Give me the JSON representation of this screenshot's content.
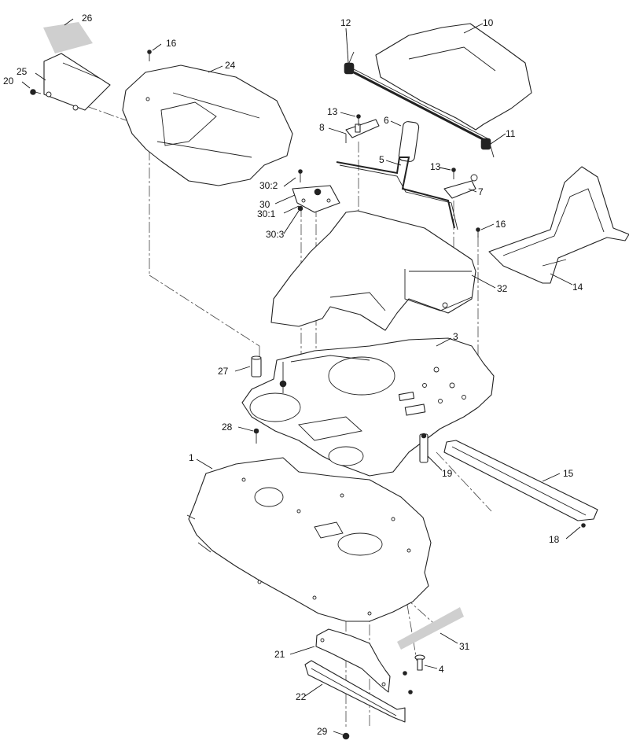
{
  "callouts": [
    {
      "id": "c1",
      "text": "1"
    },
    {
      "id": "c3",
      "text": "3"
    },
    {
      "id": "c4",
      "text": "4"
    },
    {
      "id": "c5",
      "text": "5"
    },
    {
      "id": "c6",
      "text": "6"
    },
    {
      "id": "c7",
      "text": "7"
    },
    {
      "id": "c8",
      "text": "8"
    },
    {
      "id": "c10",
      "text": "10"
    },
    {
      "id": "c11",
      "text": "11"
    },
    {
      "id": "c12",
      "text": "12"
    },
    {
      "id": "c13a",
      "text": "13"
    },
    {
      "id": "c13b",
      "text": "13"
    },
    {
      "id": "c14",
      "text": "14"
    },
    {
      "id": "c15",
      "text": "15"
    },
    {
      "id": "c16a",
      "text": "16"
    },
    {
      "id": "c16b",
      "text": "16"
    },
    {
      "id": "c18",
      "text": "18"
    },
    {
      "id": "c19",
      "text": "19"
    },
    {
      "id": "c20",
      "text": "20"
    },
    {
      "id": "c21",
      "text": "21"
    },
    {
      "id": "c22",
      "text": "22"
    },
    {
      "id": "c24",
      "text": "24"
    },
    {
      "id": "c25",
      "text": "25"
    },
    {
      "id": "c26",
      "text": "26"
    },
    {
      "id": "c27",
      "text": "27"
    },
    {
      "id": "c28",
      "text": "28"
    },
    {
      "id": "c29",
      "text": "29"
    },
    {
      "id": "c30",
      "text": "30"
    },
    {
      "id": "c30_1",
      "text": "30:1"
    },
    {
      "id": "c30_2",
      "text": "30:2"
    },
    {
      "id": "c30_3",
      "text": "30:3"
    },
    {
      "id": "c31",
      "text": "31"
    },
    {
      "id": "c32",
      "text": "32"
    }
  ]
}
